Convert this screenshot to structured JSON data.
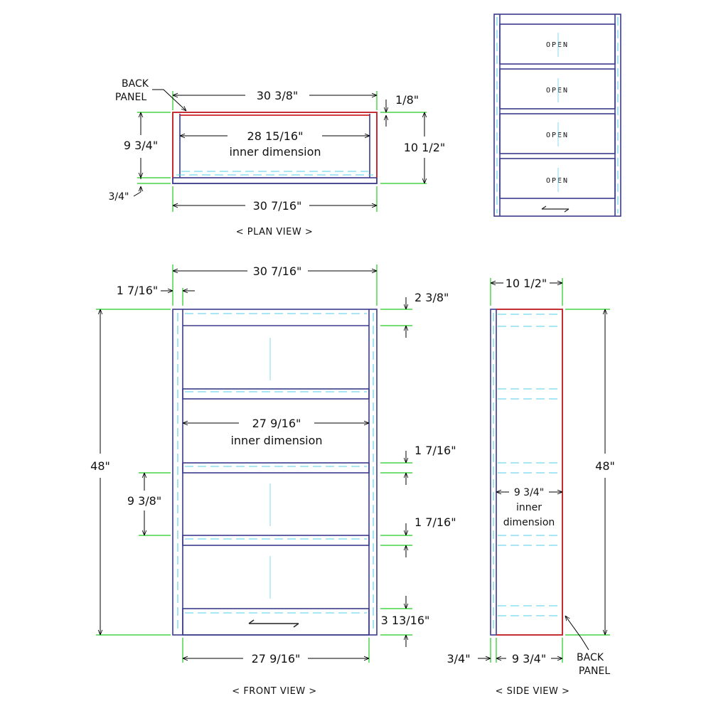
{
  "plan_view": {
    "title": "< PLAN VIEW >",
    "back_panel_label_line1": "BACK",
    "back_panel_label_line2": "PANEL",
    "top_width": "30 3/8\"",
    "back_thickness": "1/8\"",
    "side_depth": "9 3/4\"",
    "overall_depth": "10 1/2\"",
    "inner_width": "28 15/16\"",
    "inner_label": "inner dimension",
    "front_thickness": "3/4\"",
    "overall_width": "30 7/16\""
  },
  "top_right_view": {
    "open_labels": [
      "OPEN",
      "OPEN",
      "OPEN",
      "OPEN"
    ]
  },
  "front_view": {
    "title": "< FRONT VIEW >",
    "overall_width": "30 7/16\"",
    "side_thickness": "1 7/16\"",
    "top_rail": "2 3/8\"",
    "overall_height": "48\"",
    "inner_width": "27 9/16\"",
    "inner_label": "inner dimension",
    "shelf_thickness_1": "1 7/16\"",
    "shelf_spacing": "9 3/8\"",
    "shelf_thickness_2": "1 7/16\"",
    "bottom_rail": "3 13/16\"",
    "bottom_inner_width": "27 9/16\""
  },
  "side_view": {
    "title": "< SIDE VIEW >",
    "overall_depth": "10 1/2\"",
    "overall_height": "48\"",
    "inner_depth": "9 3/4\"",
    "inner_label_line1": "inner",
    "inner_label_line2": "dimension",
    "front_thickness": "3/4\"",
    "bottom_depth": "9 3/4\"",
    "back_panel_label_line1": "BACK",
    "back_panel_label_line2": "PANEL"
  },
  "colors": {
    "board": "#3b3b8c",
    "back_panel": "#cc2222",
    "extension_line": "#22cc22",
    "hidden_line": "#55cfe8"
  }
}
